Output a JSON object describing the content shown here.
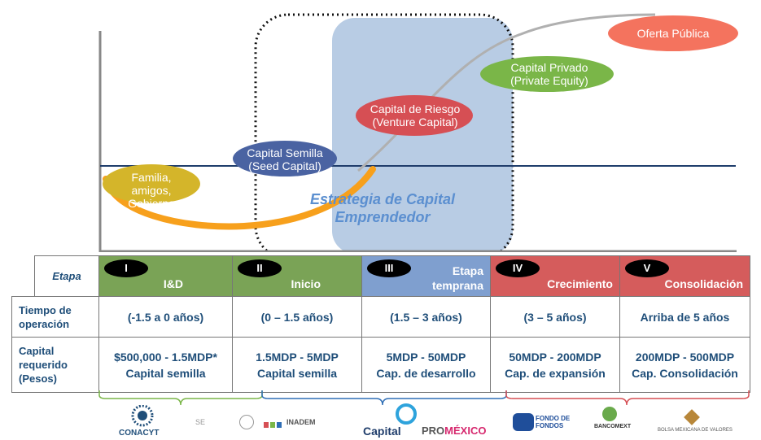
{
  "diagram": {
    "stages_labels": {
      "oferta": "Oferta Pública",
      "privado": "Capital Privado\n(Private Equity)",
      "riesgo": "Capital de Riesgo\n(Venture Capital)",
      "semilla": "Capital Semilla\n(Seed Capital)",
      "familia": "Familia, amigos,\nGobierno"
    },
    "strategy": "Estrategia de Capital\nEmprendedor",
    "colors": {
      "oferta": "#f4735e",
      "privado": "#7ab648",
      "riesgo": "#d64f54",
      "semilla": "#4a63a2",
      "familia": "#d4b52a",
      "orange_curve": "#f7a01c",
      "highlight_box": "#b8cce4"
    }
  },
  "table": {
    "etapa_label": "Etapa",
    "tiempo_label": "Tiempo de\noperación",
    "capital_label": "Capital\nrequerido\n(Pesos)",
    "stages": [
      {
        "roman": "I",
        "name": "I&D",
        "color": "#7aa356",
        "tiempo": "(-1.5 a 0 años)",
        "capital": "$500,000 - 1.5MDP*\nCapital semilla"
      },
      {
        "roman": "II",
        "name": "Inicio",
        "color": "#7aa356",
        "tiempo": "(0 – 1.5 años)",
        "capital": "1.5MDP - 5MDP\nCapital semilla"
      },
      {
        "roman": "III",
        "name": "Etapa\ntemprana",
        "color": "#7f9fcf",
        "tiempo": "(1.5 – 3 años)",
        "capital": "5MDP - 50MDP\nCap. de desarrollo"
      },
      {
        "roman": "IV",
        "name": "Crecimiento",
        "color": "#d55c5c",
        "tiempo": "(3 – 5 años)",
        "capital": "50MDP - 200MDP\nCap. de expansión"
      },
      {
        "roman": "V",
        "name": "Consolidación",
        "color": "#d55c5c",
        "tiempo": "Arriba de 5 años",
        "capital": "200MDP - 500MDP\nCap. Consolidación"
      }
    ]
  },
  "logos": {
    "conacyt": "CONACYT",
    "se": "SE",
    "inadem": "INADEM",
    "capital": "Capital",
    "promexico_a": "PRO",
    "promexico_b": "MÉXICO",
    "fondo_a": "FONDO DE",
    "fondo_b": "FONDOS",
    "bancomext": "BANCOMEXT",
    "bmv": "BOLSA MEXICANA DE VALORES"
  }
}
